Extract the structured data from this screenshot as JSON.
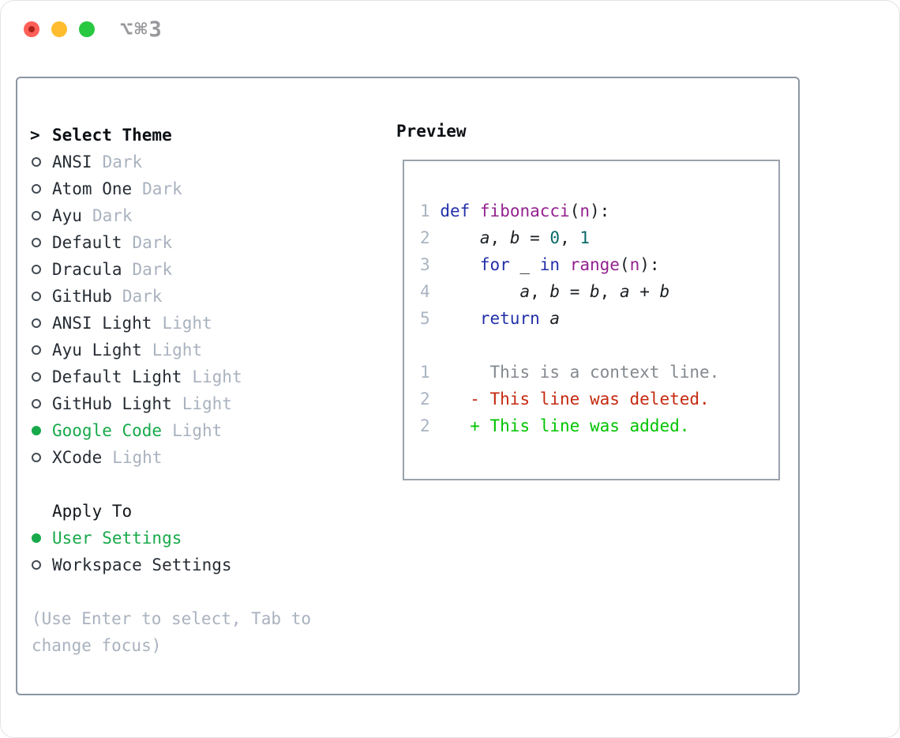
{
  "window": {
    "shortcut_label": "⌥⌘3"
  },
  "theme_list": {
    "header_prefix": ">",
    "header": "Select Theme",
    "items": [
      {
        "name": "ANSI",
        "variant": "Dark",
        "selected": false
      },
      {
        "name": "Atom One",
        "variant": "Dark",
        "selected": false
      },
      {
        "name": "Ayu",
        "variant": "Dark",
        "selected": false
      },
      {
        "name": "Default",
        "variant": "Dark",
        "selected": false
      },
      {
        "name": "Dracula",
        "variant": "Dark",
        "selected": false
      },
      {
        "name": "GitHub",
        "variant": "Dark",
        "selected": false
      },
      {
        "name": "ANSI Light",
        "variant": "Light",
        "selected": false
      },
      {
        "name": "Ayu Light",
        "variant": "Light",
        "selected": false
      },
      {
        "name": "Default Light",
        "variant": "Light",
        "selected": false
      },
      {
        "name": "GitHub Light",
        "variant": "Light",
        "selected": false
      },
      {
        "name": "Google Code",
        "variant": "Light",
        "selected": true
      },
      {
        "name": "XCode",
        "variant": "Light",
        "selected": false
      }
    ]
  },
  "apply_to": {
    "header": "Apply To",
    "items": [
      {
        "name": "User Settings",
        "selected": true
      },
      {
        "name": "Workspace Settings",
        "selected": false
      }
    ]
  },
  "hint": "(Use Enter to select, Tab to change focus)",
  "preview": {
    "title": "Preview",
    "lines": [
      [
        {
          "t": "1",
          "c": "num"
        },
        {
          "t": " ",
          "c": "pln"
        },
        {
          "t": "def",
          "c": "kw"
        },
        {
          "t": " ",
          "c": "pln"
        },
        {
          "t": "fibonacci",
          "c": "fn"
        },
        {
          "t": "(",
          "c": "pln"
        },
        {
          "t": "n",
          "c": "fn"
        },
        {
          "t": "):",
          "c": "pln"
        }
      ],
      [
        {
          "t": "2",
          "c": "num"
        },
        {
          "t": "     ",
          "c": "pln"
        },
        {
          "t": "a",
          "c": "var"
        },
        {
          "t": ", ",
          "c": "pln"
        },
        {
          "t": "b",
          "c": "var"
        },
        {
          "t": " = ",
          "c": "pln"
        },
        {
          "t": "0",
          "c": "lit"
        },
        {
          "t": ", ",
          "c": "pln"
        },
        {
          "t": "1",
          "c": "lit"
        }
      ],
      [
        {
          "t": "3",
          "c": "num"
        },
        {
          "t": "     ",
          "c": "pln"
        },
        {
          "t": "for",
          "c": "kw"
        },
        {
          "t": " _ ",
          "c": "pln"
        },
        {
          "t": "in",
          "c": "kw"
        },
        {
          "t": " ",
          "c": "pln"
        },
        {
          "t": "range",
          "c": "fn"
        },
        {
          "t": "(",
          "c": "pln"
        },
        {
          "t": "n",
          "c": "fn"
        },
        {
          "t": "):",
          "c": "pln"
        }
      ],
      [
        {
          "t": "4",
          "c": "num"
        },
        {
          "t": "         ",
          "c": "pln"
        },
        {
          "t": "a",
          "c": "var"
        },
        {
          "t": ", ",
          "c": "pln"
        },
        {
          "t": "b",
          "c": "var"
        },
        {
          "t": " = ",
          "c": "pln"
        },
        {
          "t": "b",
          "c": "var"
        },
        {
          "t": ", ",
          "c": "pln"
        },
        {
          "t": "a",
          "c": "var"
        },
        {
          "t": " + ",
          "c": "pln"
        },
        {
          "t": "b",
          "c": "var"
        }
      ],
      [
        {
          "t": "5",
          "c": "num"
        },
        {
          "t": "     ",
          "c": "pln"
        },
        {
          "t": "return",
          "c": "kw"
        },
        {
          "t": " ",
          "c": "pln"
        },
        {
          "t": "a",
          "c": "var"
        }
      ],
      [],
      [
        {
          "t": "1",
          "c": "num"
        },
        {
          "t": "      ",
          "c": "pln"
        },
        {
          "t": "This is a context line.",
          "c": "ctx"
        }
      ],
      [
        {
          "t": "2",
          "c": "num"
        },
        {
          "t": "    ",
          "c": "pln"
        },
        {
          "t": "- This line was deleted.",
          "c": "del"
        }
      ],
      [
        {
          "t": "2",
          "c": "num"
        },
        {
          "t": "    ",
          "c": "pln"
        },
        {
          "t": "+ This line was added.",
          "c": "add"
        }
      ]
    ]
  },
  "colors": {
    "selection_green": "#18a94a",
    "keyword_blue": "#2230a8",
    "function_magenta": "#93218f",
    "literal_teal": "#0a6a68",
    "diff_deleted_red": "#c52a10",
    "diff_added_green": "#00c300",
    "muted_gray": "#a9b2bf",
    "line_number_gray": "#a9b4c2",
    "panel_border": "#8c96a3",
    "traffic_red": "#ff5f57",
    "traffic_yellow": "#febc2e",
    "traffic_green": "#28c840"
  }
}
